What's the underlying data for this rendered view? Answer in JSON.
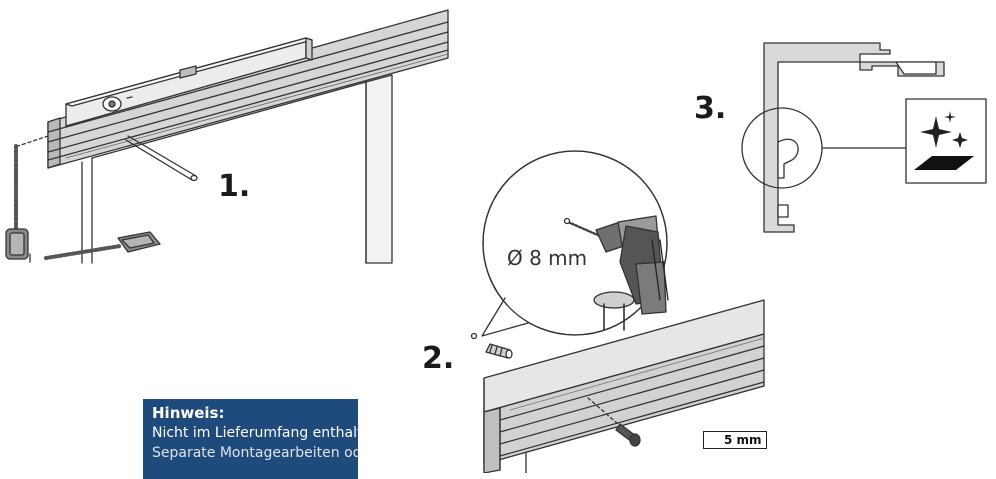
{
  "steps": {
    "one": "1.",
    "two": "2.",
    "three": "3."
  },
  "drill": {
    "diameter": "Ø 8 mm"
  },
  "screwdriver": {
    "size": "5 mm",
    "icon": "hex-key-icon"
  },
  "note": {
    "title": "Hinweis:",
    "text": "Nicht im Lieferumfang enthalten.",
    "text_cut": "Separate Montagearbeiten oder"
  },
  "cleaning": {
    "icon": "sparkle-cleaning-icon"
  },
  "colors": {
    "note_background": "#1f4a7c",
    "note_text": "#ffffff",
    "line": "#333333",
    "rail_fill": "#d9d9d9"
  }
}
